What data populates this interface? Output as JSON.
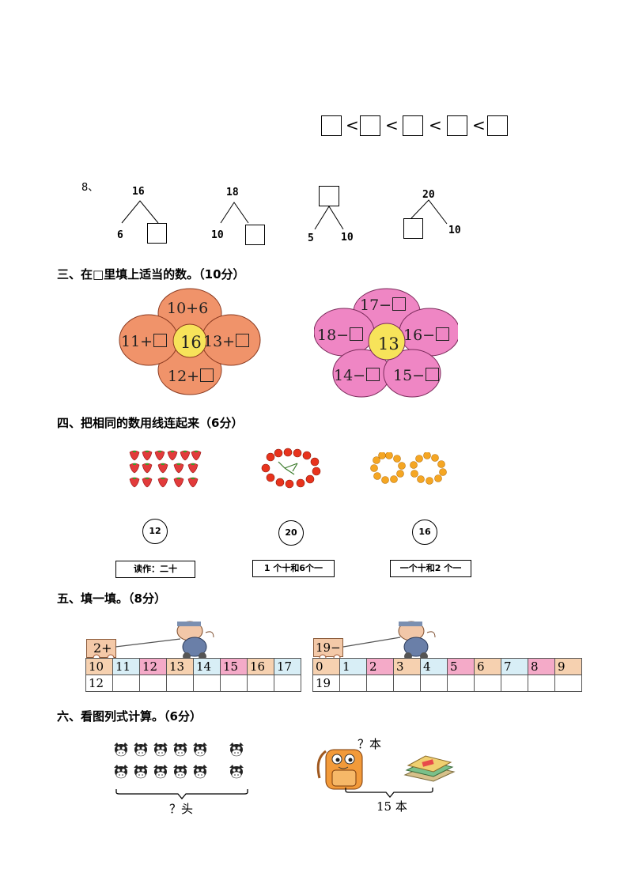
{
  "compare": {
    "symbols": [
      "<",
      "<",
      "<",
      "<"
    ]
  },
  "q8": {
    "label": "8、",
    "trees": [
      {
        "top": "16",
        "left": "6",
        "right": ""
      },
      {
        "top": "18",
        "left": "10",
        "right": ""
      },
      {
        "top": "",
        "left": "5",
        "right": "10"
      },
      {
        "top": "20",
        "left": "",
        "right": "10"
      }
    ]
  },
  "section3": {
    "title": "三、在□里填上适当的数。（10分）",
    "flower1": {
      "center": "16",
      "petals": [
        "10+6",
        "11+",
        "13+",
        "12+"
      ],
      "color": "#f0936a"
    },
    "flower2": {
      "center": "13",
      "petals": [
        "17−",
        "18−",
        "16−",
        "14−",
        "15−"
      ],
      "color": "#ef86c4"
    }
  },
  "section4": {
    "title": "四、把相同的数用线连起来（6分）",
    "circles": [
      "12",
      "20",
      "16"
    ],
    "labels": [
      "读作：二十",
      "1 个十和6个一",
      "一个十和2 个一"
    ]
  },
  "section5": {
    "title": "五、填一填。（8分）",
    "cart1": "2+",
    "cart2": "19−",
    "row1_top": [
      "10",
      "11",
      "12",
      "13",
      "14",
      "15",
      "16",
      "17"
    ],
    "row1_bottom": [
      "12",
      "",
      "",
      "",
      "",
      "",
      "",
      ""
    ],
    "row2_top": [
      "0",
      "1",
      "2",
      "3",
      "4",
      "5",
      "6",
      "7",
      "8",
      "9"
    ],
    "row2_bottom": [
      "19",
      "",
      "",
      "",
      "",
      "",
      "",
      "",
      "",
      ""
    ]
  },
  "section6": {
    "title": "六、看图列式计算。（6分）",
    "cow_caption": "？头",
    "bag_caption_top": "？本",
    "bag_caption_bottom": "15 本"
  }
}
